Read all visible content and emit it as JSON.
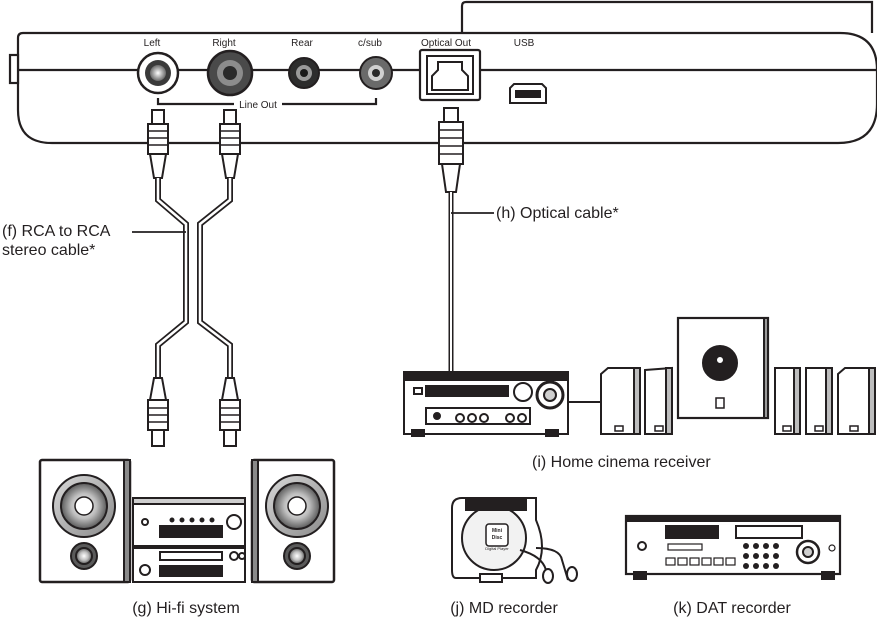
{
  "ports": {
    "left": "Left",
    "right": "Right",
    "rear": "Rear",
    "csub": "c/sub",
    "optical_out": "Optical Out",
    "usb": "USB",
    "line_out": "Line Out"
  },
  "cables": {
    "rca_line1": "(f) RCA to RCA",
    "rca_line2": "stereo cable*",
    "optical": "(h) Optical cable*"
  },
  "devices": {
    "hifi": "(g) Hi-fi system",
    "home_cinema": "(i) Home cinema receiver",
    "md": "(j) MD recorder",
    "md_disc_line1": "Mini",
    "md_disc_line2": "Disc",
    "md_disc_line3": "Digital Player",
    "dat": "(k) DAT recorder"
  },
  "colors": {
    "ink": "#231f20",
    "background": "#ffffff"
  }
}
